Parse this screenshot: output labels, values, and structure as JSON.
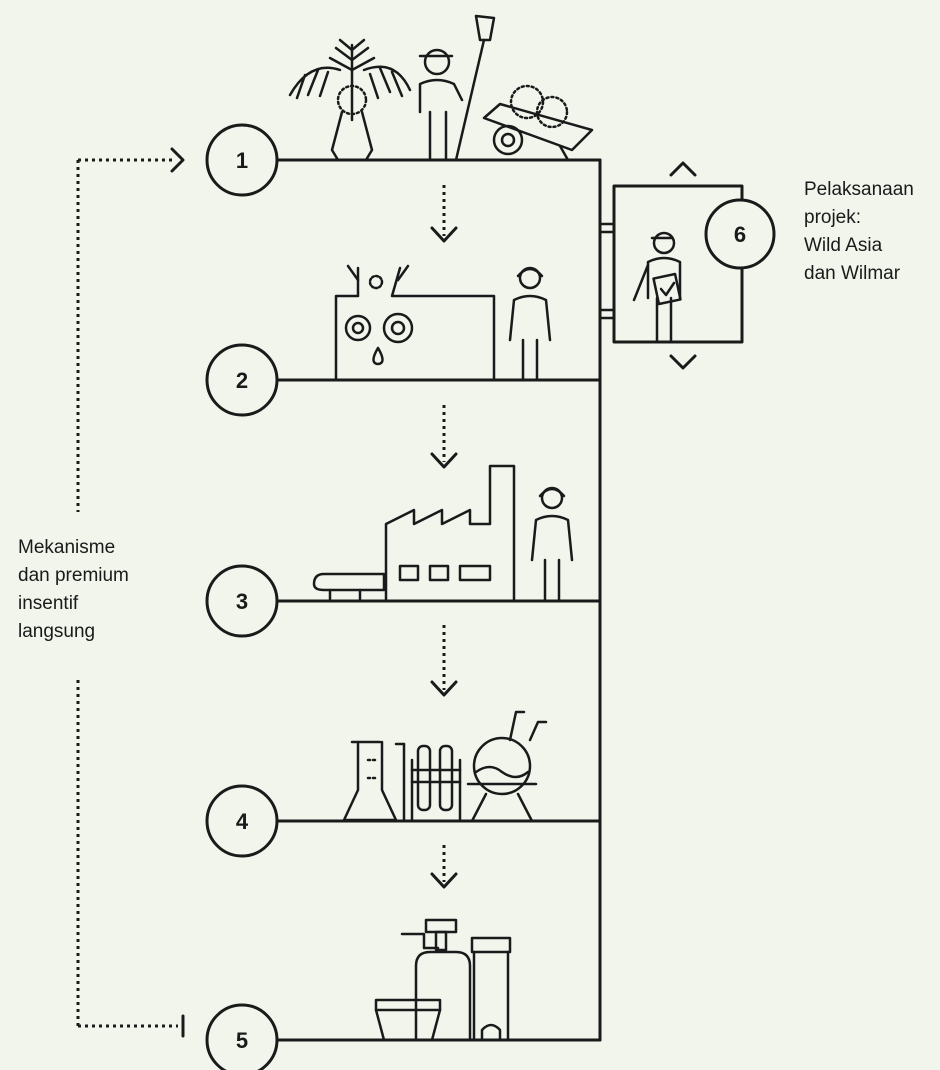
{
  "steps": [
    {
      "number": "1",
      "icon": "plantation-icon"
    },
    {
      "number": "2",
      "icon": "mill-icon"
    },
    {
      "number": "3",
      "icon": "refinery-factory-icon"
    },
    {
      "number": "4",
      "icon": "laboratory-icon"
    },
    {
      "number": "5",
      "icon": "consumer-products-icon"
    },
    {
      "number": "6",
      "icon": "auditor-icon"
    }
  ],
  "labels": {
    "incentive": [
      "Mekanisme",
      "dan premium",
      "insentif",
      "langsung"
    ],
    "implementation": [
      "Pelaksanaan",
      "projek:",
      "Wild Asia",
      "dan Wilmar"
    ]
  }
}
